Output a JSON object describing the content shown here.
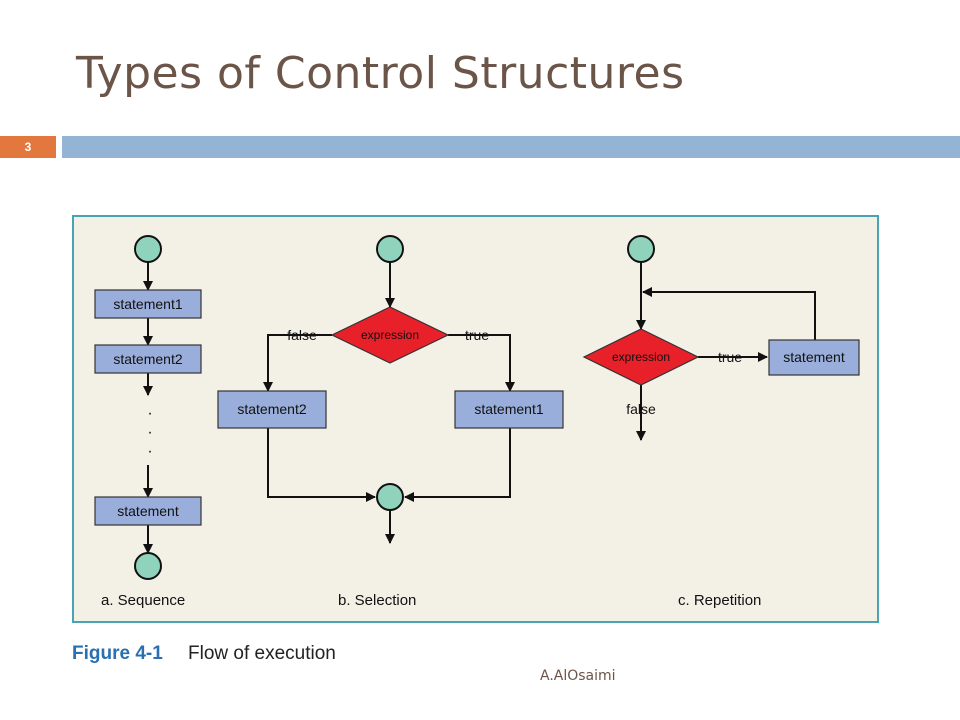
{
  "slide": {
    "title": "Types of Control Structures",
    "page_number": "3",
    "footer": "A.AlOsaimi"
  },
  "figure": {
    "caption_label": "Figure 4-1",
    "caption_text": "Flow of execution",
    "sequence": {
      "label": "a.  Sequence",
      "statement1": "statement1",
      "statement2": "statement2",
      "ellipsis": "·",
      "statement": "statement"
    },
    "selection": {
      "label": "b.  Selection",
      "expression": "expression",
      "false_label": "false",
      "true_label": "true",
      "statement2": "statement2",
      "statement1": "statement1"
    },
    "repetition": {
      "label": "c.  Repetition",
      "expression": "expression",
      "true_label": "true",
      "false_label": "false",
      "statement": "statement"
    }
  },
  "colors": {
    "accent_orange": "#e2783e",
    "header_blue": "#94b4d6",
    "box_fill": "#9aaedc",
    "diamond_fill": "#e8202a",
    "circle_fill": "#8fd3bd",
    "figure_border": "#4aa3b5"
  }
}
